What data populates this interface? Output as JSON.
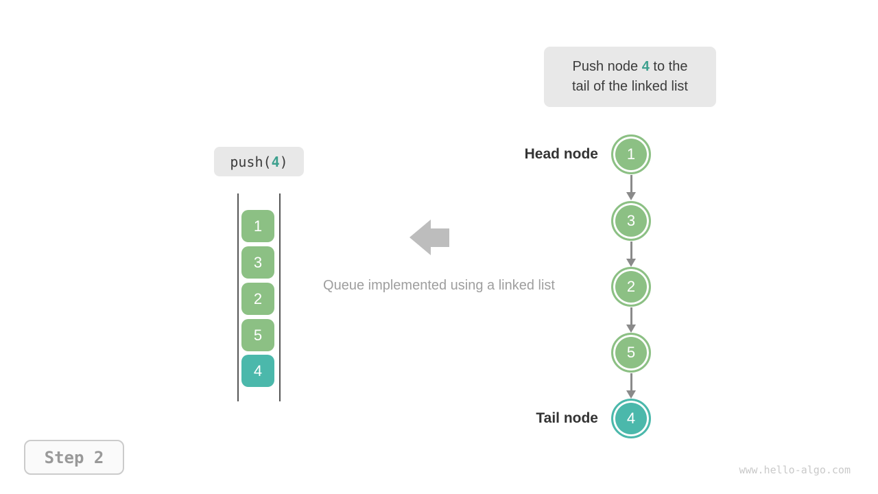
{
  "colors": {
    "node_green": "#8cc084",
    "node_teal": "#4bb8ab",
    "highlight_text": "#3da08e",
    "dark_text": "#3b3b3b",
    "gray_text": "#9e9e9e",
    "arrow_gray": "#bdbdbd",
    "connector_gray": "#8a8a8a",
    "box_bg": "#e8e8e8"
  },
  "tooltip": {
    "line1_pre": "Push node ",
    "highlight": "4",
    "line1_post": " to the",
    "line2": "tail of the linked list"
  },
  "operation": {
    "pre": "push(",
    "arg": "4",
    "post": ")"
  },
  "queue": {
    "items": [
      {
        "value": "1",
        "type": "green"
      },
      {
        "value": "3",
        "type": "green"
      },
      {
        "value": "2",
        "type": "green"
      },
      {
        "value": "5",
        "type": "green"
      },
      {
        "value": "4",
        "type": "teal"
      }
    ]
  },
  "caption": "Queue implemented using a linked list",
  "linked_list": {
    "head_label": "Head node",
    "tail_label": "Tail node",
    "nodes": [
      {
        "value": "1",
        "type": "green"
      },
      {
        "value": "3",
        "type": "green"
      },
      {
        "value": "2",
        "type": "green"
      },
      {
        "value": "5",
        "type": "green"
      },
      {
        "value": "4",
        "type": "teal"
      }
    ]
  },
  "step": {
    "label": "Step 2"
  },
  "watermark": "www.hello-algo.com"
}
